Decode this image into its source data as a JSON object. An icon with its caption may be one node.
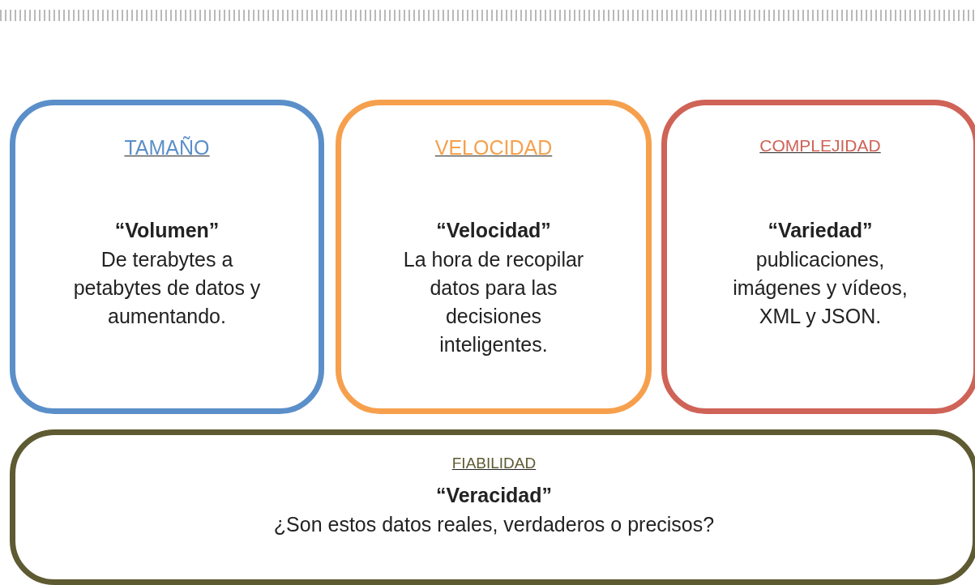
{
  "diagram": {
    "nodes": [
      {
        "text": [
          "TAMAÑO",
          "“Volumen”",
          "De terabytes a petabytes de datos y aumentando."
        ]
      },
      {
        "text": [
          "VELOCIDAD",
          "“Velocidad”",
          "La hora de recopilar datos para las decisiones inteligentes."
        ]
      },
      {
        "text": [
          "COMPLEJIDAD",
          "“Variedad”",
          "publicaciones, imágenes y vídeos, XML y JSON."
        ]
      },
      {
        "text": [
          "FIABILIDAD",
          "“Veracidad”",
          "¿Son estos datos reales, verdaderos o precisos?"
        ]
      }
    ]
  }
}
